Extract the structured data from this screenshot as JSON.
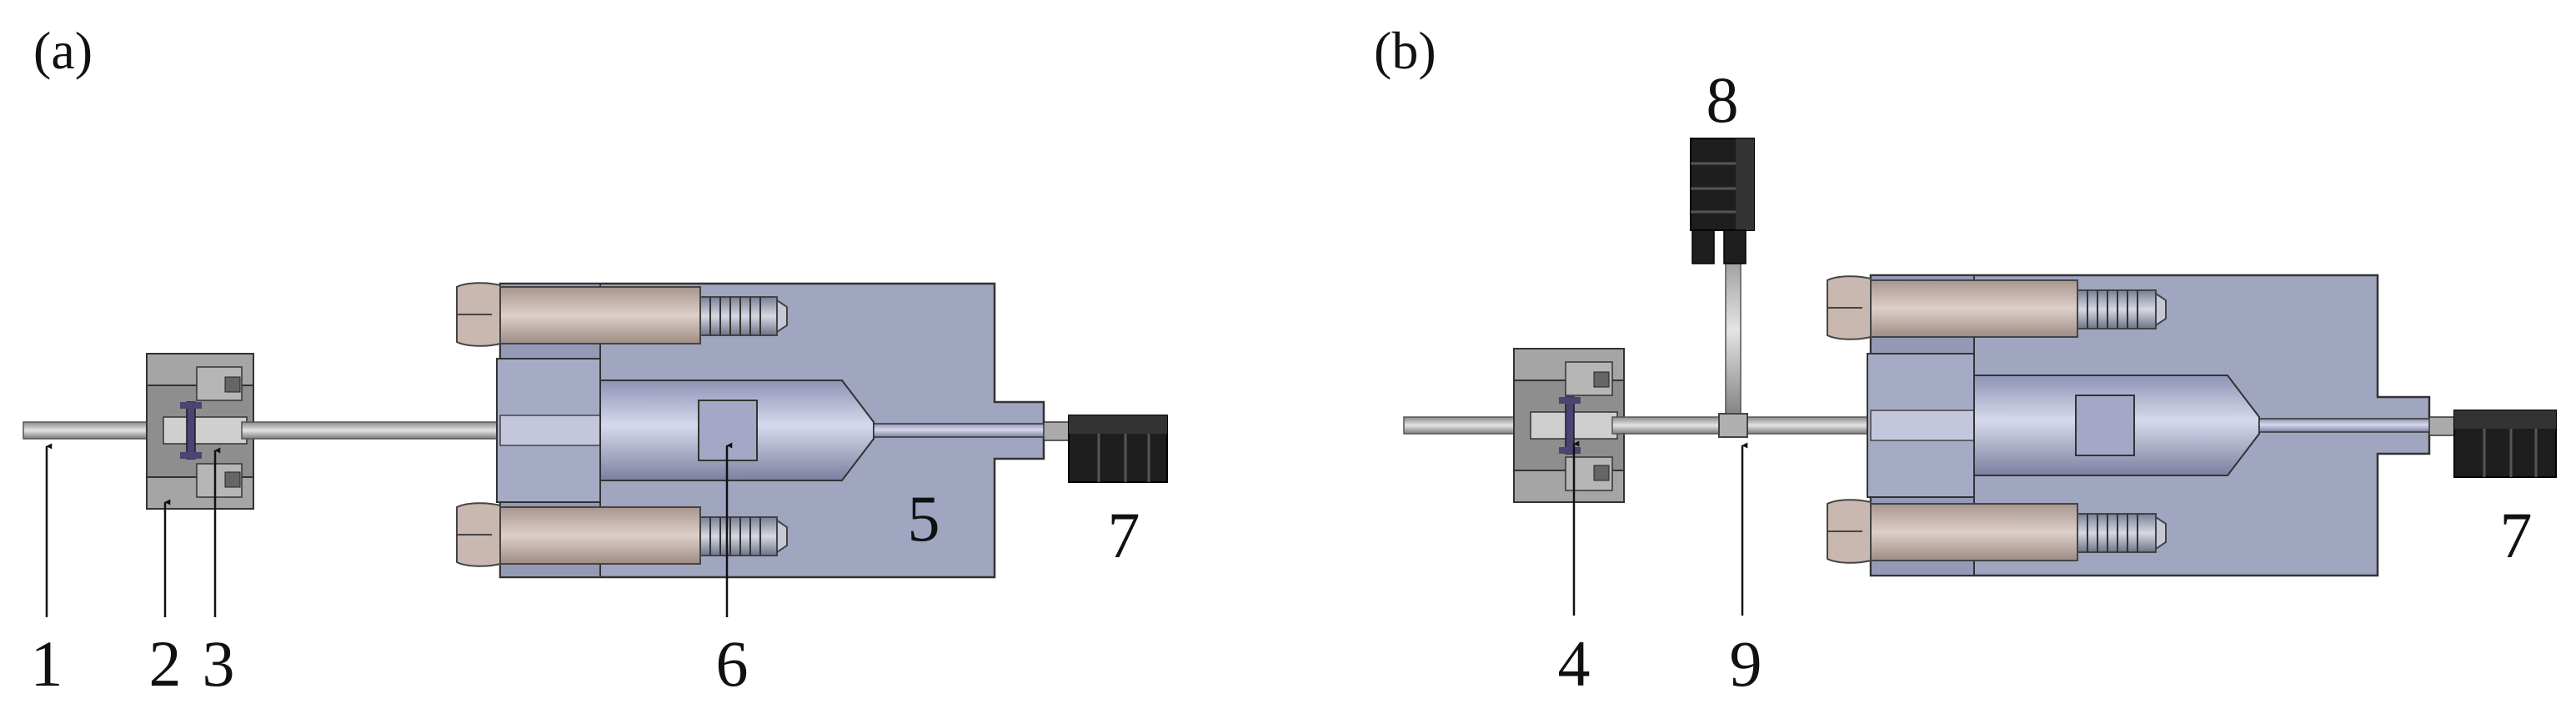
{
  "panels": [
    {
      "id": "a",
      "label": "(a)"
    },
    {
      "id": "b",
      "label": "(b)"
    }
  ],
  "callouts": {
    "a": [
      "1",
      "2",
      "3",
      "5",
      "6",
      "7"
    ],
    "b": [
      "8",
      "4",
      "9",
      "7"
    ]
  },
  "colors": {
    "body": "#a0a5c0",
    "screw": "#c9b8b0",
    "cell": "#b8bcd8",
    "fitting": "#8c8c8c",
    "connector": "#1e1e1e",
    "tube": "#bdbdbd",
    "window": "#4a4470"
  }
}
